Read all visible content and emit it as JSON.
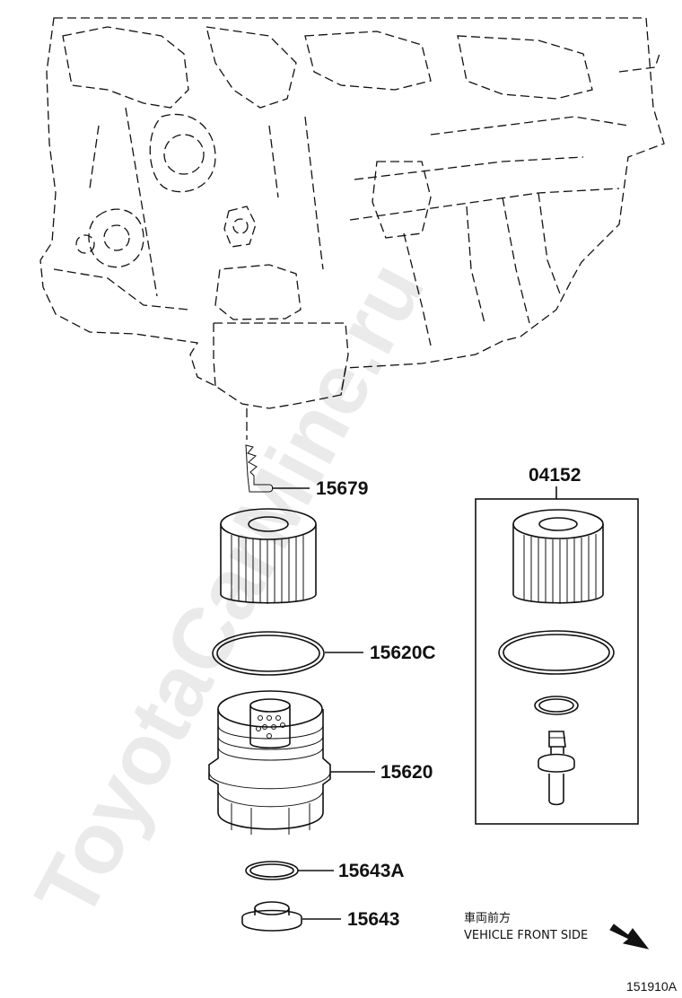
{
  "watermark": "ToyotaCarMine.ru",
  "parts": {
    "p15679": "15679",
    "p04152": "04152",
    "p15620C": "15620C",
    "p15620": "15620",
    "p15643A": "15643A",
    "p15643": "15643"
  },
  "direction": {
    "japanese": "車両前方",
    "english": "VEHICLE FRONT SIDE"
  },
  "illustration_id": "151910A"
}
